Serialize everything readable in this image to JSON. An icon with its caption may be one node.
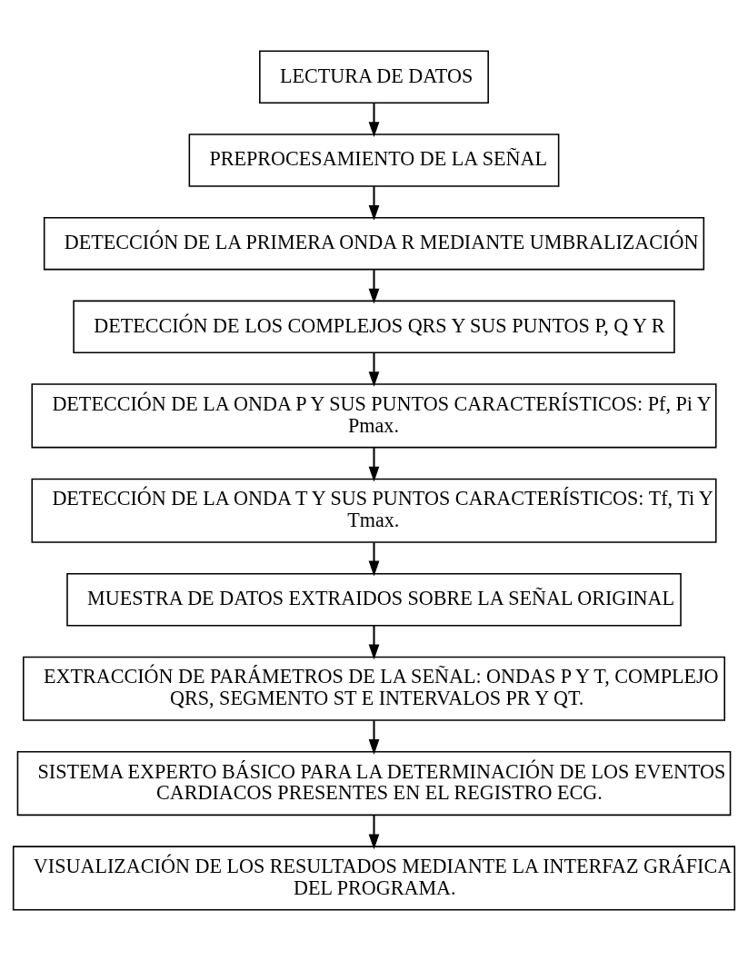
{
  "diagram": {
    "nodes": [
      {
        "text": [
          "LECTURA DE DATOS"
        ]
      },
      {
        "text": [
          "PREPROCESAMIENTO DE LA SEÑAL"
        ]
      },
      {
        "text": [
          "DETECCIÓN DE LA PRIMERA ONDA R MEDIANTE UMBRALIZACIÓN"
        ]
      },
      {
        "text": [
          "DETECCIÓN DE LOS COMPLEJOS QRS Y SUS PUNTOS P, Q Y R"
        ]
      },
      {
        "text": [
          "DETECCIÓN DE LA ONDA P Y SUS PUNTOS CARACTERÍSTICOS: Pf, Pi Y Pmax."
        ]
      },
      {
        "text": [
          "DETECCIÓN DE LA ONDA T Y SUS PUNTOS CARACTERÍSTICOS: Tf, Ti Y Tmax."
        ]
      },
      {
        "text": [
          "MUESTRA DE DATOS EXTRAIDOS SOBRE LA SEÑAL ORIGINAL"
        ]
      },
      {
        "text": [
          "EXTRACCIÓN DE PARÁMETROS DE LA SEÑAL: ONDAS P Y T, COMPLEJO QRS, SEGMENTO ST E INTERVALOS PR Y QT."
        ]
      },
      {
        "text": [
          "SISTEMA EXPERTO BÁSICO PARA LA DETERMINACIÓN DE LOS EVENTOS CARDIACOS PRESENTES EN EL REGISTRO ECG."
        ]
      },
      {
        "text": [
          "VISUALIZACIÓN DE LOS RESULTADOS MEDIANTE LA INTERFAZ GRÁFICA DEL PROGRAMA."
        ]
      }
    ],
    "edges": [
      {
        "from": 0,
        "to": 1,
        "arrow": "to"
      },
      {
        "from": 1,
        "to": 2,
        "arrow": "to"
      },
      {
        "from": 2,
        "to": 3,
        "arrow": "to"
      },
      {
        "from": 3,
        "to": 4,
        "arrow": "to"
      },
      {
        "from": 4,
        "to": 5,
        "arrow": "to"
      },
      {
        "from": 5,
        "to": 6,
        "arrow": "to"
      },
      {
        "from": 6,
        "to": 7,
        "arrow": "to"
      },
      {
        "from": 7,
        "to": 8,
        "arrow": "to"
      },
      {
        "from": 8,
        "to": 9,
        "arrow": "to"
      }
    ]
  }
}
